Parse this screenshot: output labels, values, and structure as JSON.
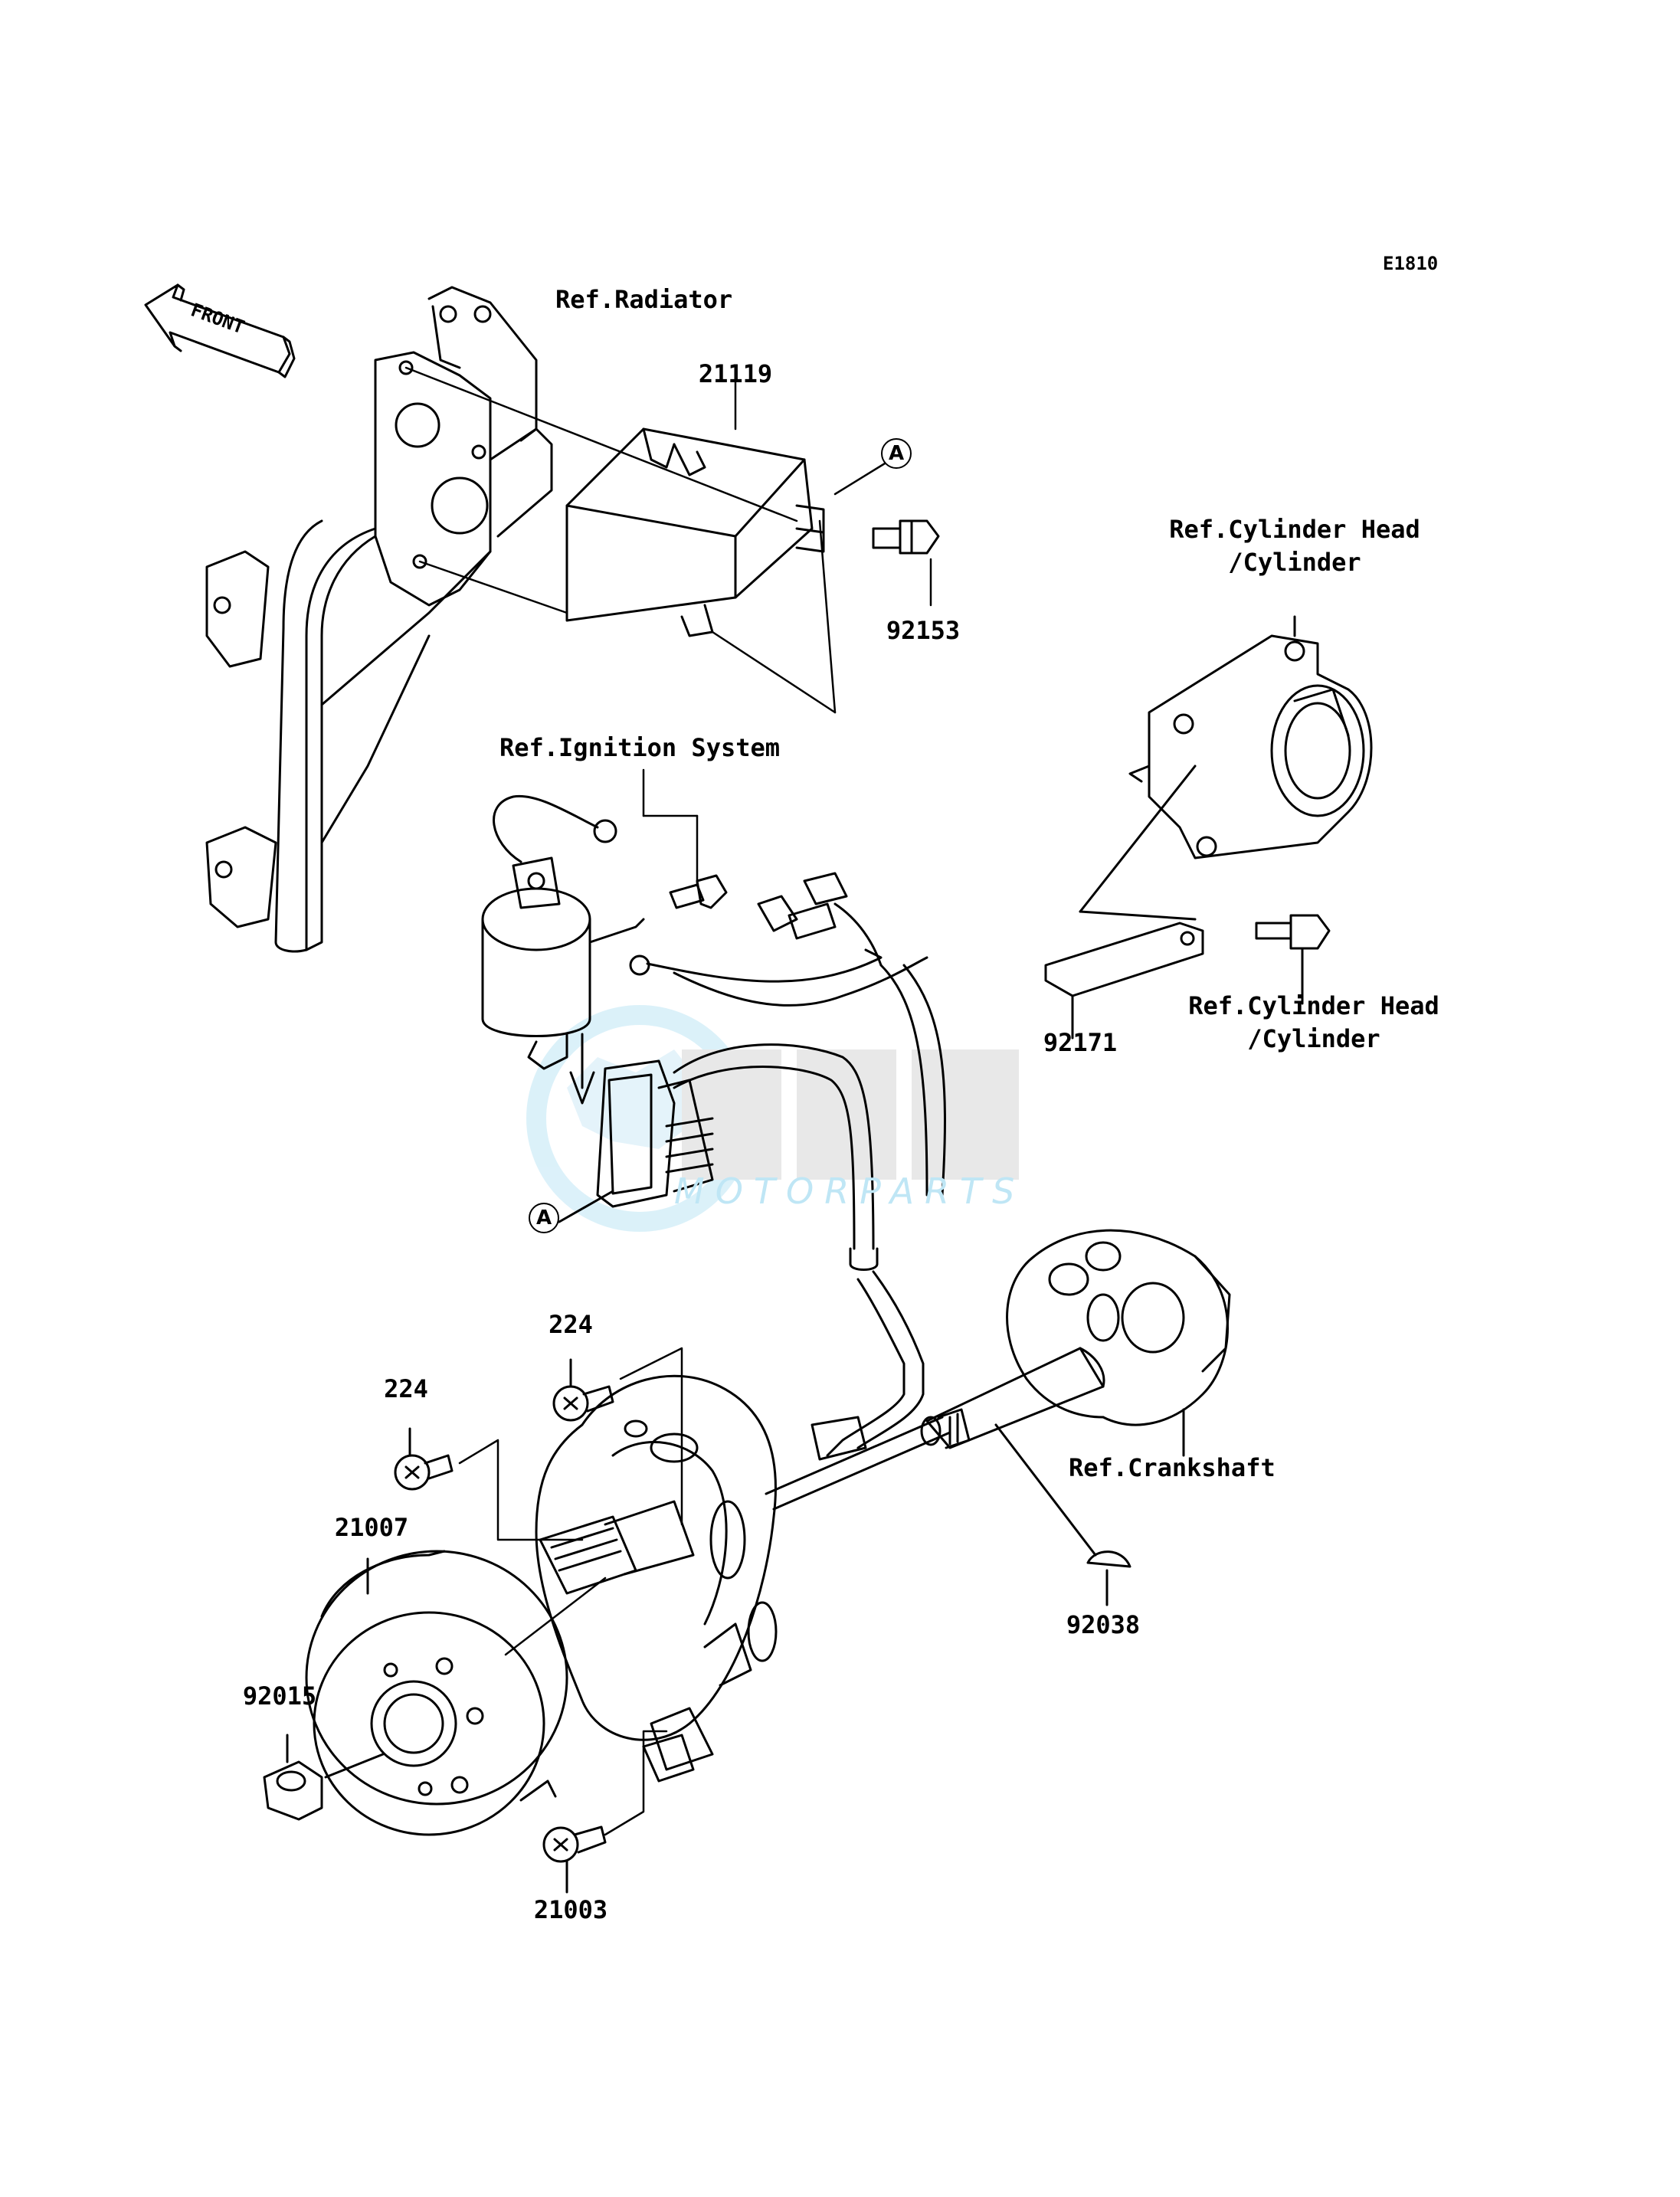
{
  "diagram_id": "E1810",
  "orientation": {
    "label": "FRONT"
  },
  "watermark": {
    "brand": "MOTORPARTS"
  },
  "callouts": {
    "a": "A"
  },
  "parts": {
    "cdi_unit": "21119",
    "cdi_bolt": "92153",
    "plate": "92171",
    "key": "92038",
    "stator": "21007",
    "nut": "92015",
    "screw_long": "21003",
    "screw_left": "224",
    "screw_top": "224"
  },
  "refs": {
    "radiator": "Ref.Radiator",
    "cylinder_head_1": [
      "Ref.Cylinder Head",
      "/Cylinder"
    ],
    "cylinder_head_2": [
      "Ref.Cylinder Head",
      "/Cylinder"
    ],
    "ignition": "Ref.Ignition System",
    "crankshaft": "Ref.Crankshaft"
  }
}
